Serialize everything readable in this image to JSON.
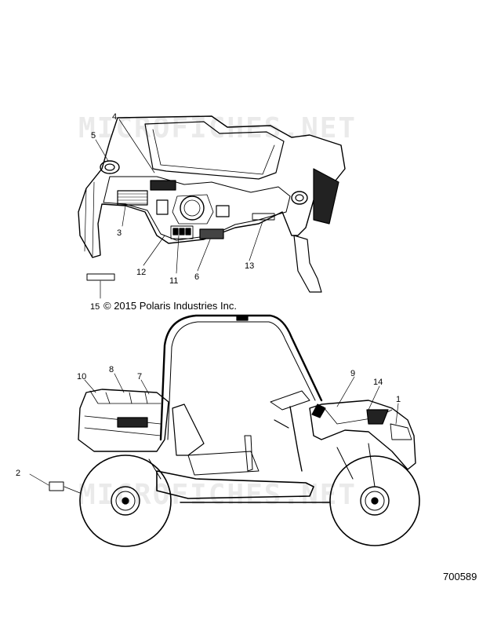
{
  "watermark": "MICROFICHES.NET",
  "copyright": "© 2015 Polaris Industries Inc.",
  "figure_number": "700589",
  "callouts": {
    "c1": "1",
    "c2": "2",
    "c3": "3",
    "c4": "4",
    "c5": "5",
    "c6": "6",
    "c7": "7",
    "c8": "8",
    "c9": "9",
    "c10": "10",
    "c11": "11",
    "c12": "12",
    "c13": "13",
    "c14": "14",
    "c15": "15"
  }
}
